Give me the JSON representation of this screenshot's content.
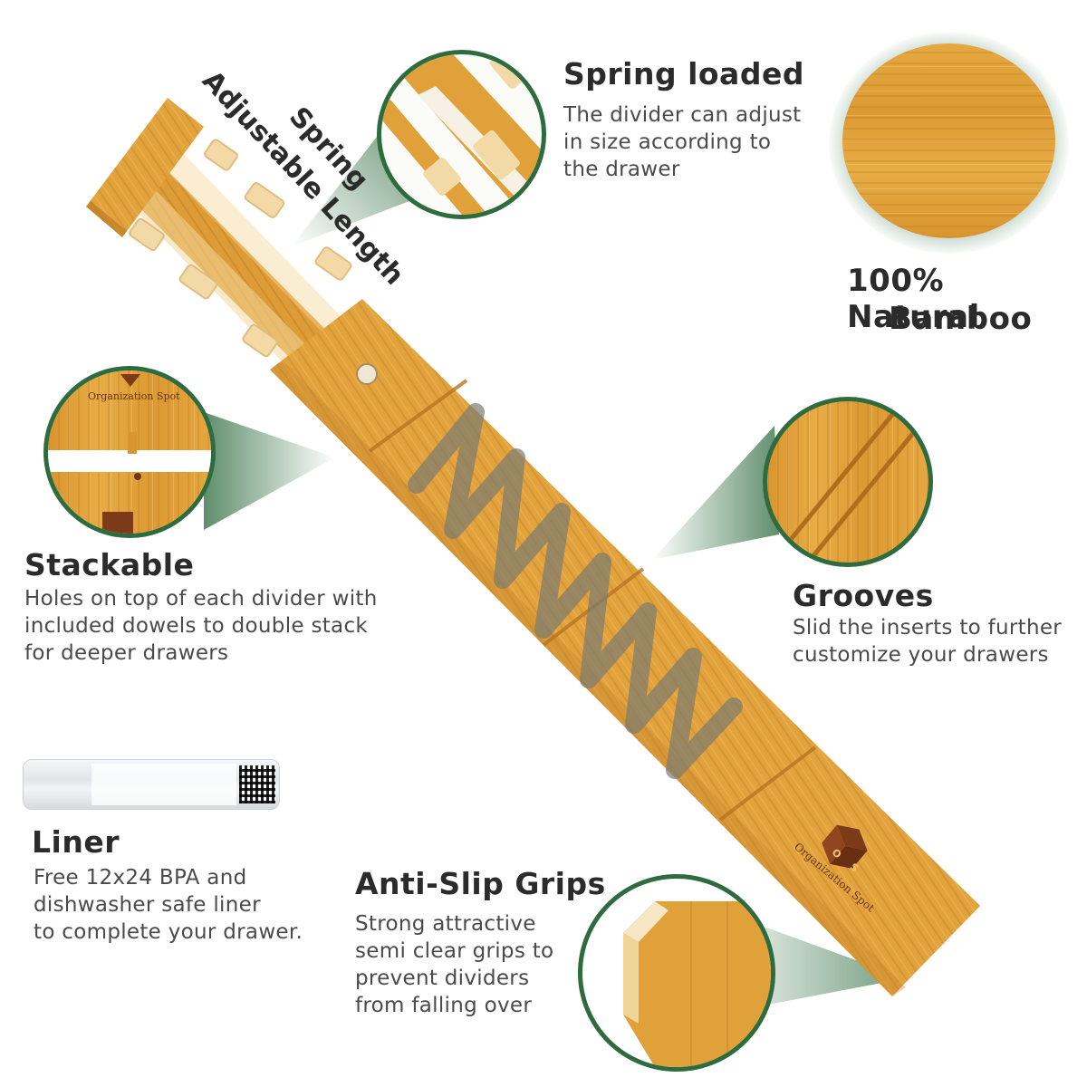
{
  "spring_label": {
    "line1": "Spring",
    "line2": "Adjustable Length"
  },
  "spring_loaded": {
    "title": "Spring loaded",
    "lines": [
      "The divider can adjust",
      "in size according to",
      "the drawer"
    ]
  },
  "natural_bamboo": {
    "line1": "100% Natural",
    "line2": "Bamboo"
  },
  "stackable": {
    "title": "Stackable",
    "lines": [
      "Holes on top of each divider with",
      "included dowels to double stack",
      "for deeper drawers"
    ],
    "logo_text": "Organization Spot"
  },
  "grooves": {
    "title": "Grooves",
    "lines": [
      "Slid the inserts to further",
      "customize your drawers"
    ]
  },
  "liner": {
    "title": "Liner",
    "lines": [
      "Free 12x24 BPA and",
      "dishwasher safe liner",
      "to complete your drawer."
    ]
  },
  "anti_slip": {
    "title": "Anti-Slip Grips",
    "lines": [
      "Strong attractive",
      "semi clear grips to",
      "prevent dividers",
      "from falling over"
    ]
  },
  "product_logo": {
    "letters": [
      "O",
      "S"
    ],
    "text": "Organization Spot"
  },
  "colors": {
    "accent_green": "#2e6b3e",
    "bamboo": "#e0a03a",
    "heading": "#2b2b2b",
    "body_text": "#4a4a4a"
  }
}
